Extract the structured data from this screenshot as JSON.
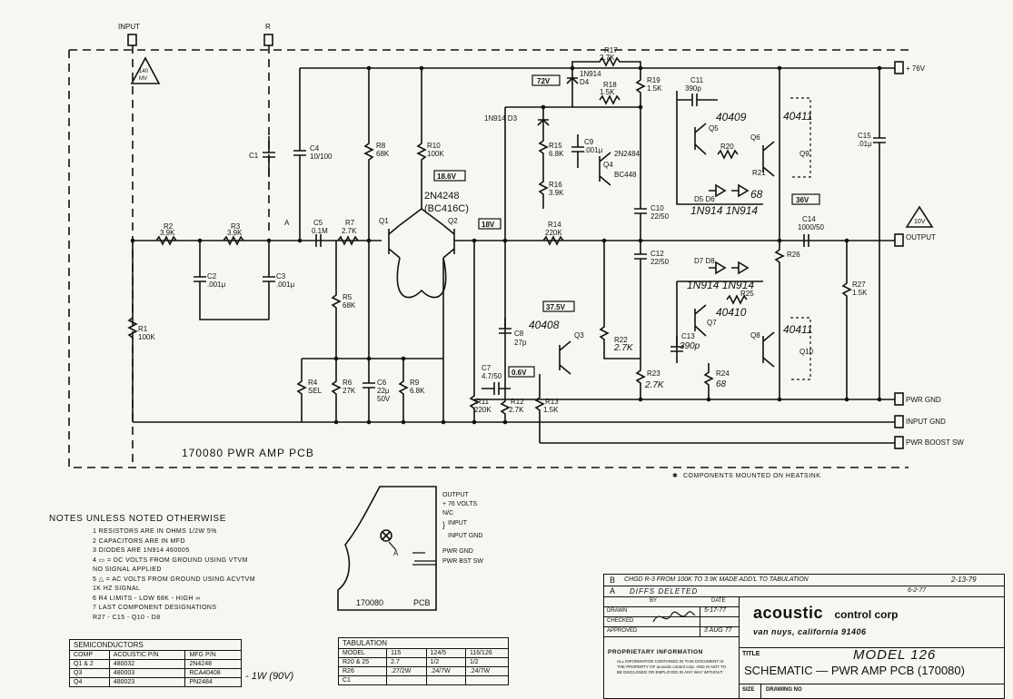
{
  "connectors": {
    "input": "INPUT",
    "r": "R",
    "v76": "+ 76V",
    "output": "OUTPUT",
    "pwr_gnd": "PWR GND",
    "input_gnd": "INPUT GND",
    "pwr_boost": "PWR BOOST SW"
  },
  "triangles": {
    "input_level": "140\nMV",
    "output_level": "10V"
  },
  "voltages": {
    "v72": "72V",
    "v186": "18.6V",
    "v18": "18V",
    "v375": "37.5V",
    "v06": "0.6V",
    "v36": "36V"
  },
  "components": {
    "r1": "R1",
    "r1v": "100K",
    "r2": "R2",
    "r2v": "3.9K",
    "r3": "R3",
    "r3v": "3.9K",
    "c1": "C1",
    "c2": "C2",
    "c2v": ".001μ",
    "c3": "C3",
    "c3v": ".001μ",
    "c4": "C4",
    "c4v": "10/100",
    "c5": "C5",
    "c5v": "0.1M",
    "r7": "R7",
    "r7v": "2.7K",
    "r8": "R8",
    "r8v": "68K",
    "r10": "R10",
    "r10v": "100K",
    "r4": "R4",
    "r4v": "SEL",
    "r5": "R5",
    "r5v": "68K",
    "r6": "R6",
    "r6v": "27K",
    "c6": "C6",
    "c6v": "22μ\n50V",
    "r9": "R9",
    "r9v": "6.8K",
    "q1": "Q1",
    "q2": "Q2",
    "q12type": "2N4248\n(BC416C)",
    "r14": "R14",
    "r14v": "220K",
    "r17": "R17",
    "r17v": "2.7K",
    "d4": "1N914\nD4",
    "r18": "R18",
    "r18v": "1.5K",
    "r19": "R19",
    "r19v": "1.5K",
    "d3": "1N914  D3",
    "r15": "R15",
    "r15v": "6.8K",
    "c9": "C9",
    "c9v": ".001μ",
    "q4": "Q4",
    "q4type": "2N2484\nBC448",
    "r16": "R16",
    "r16v": "3.9K",
    "c10": "C10",
    "c10v": "22/50",
    "c11": "C11",
    "c11v": "390p",
    "q5": "Q5",
    "q5type": "40409",
    "r20": "R20",
    "q6": "Q6",
    "q6type": "40411",
    "r21": "R21",
    "r21v": "68",
    "d5d6": "D5    D6",
    "d5d6type": "1N914  1N914",
    "c15": "C15",
    "c15v": ".01μ",
    "c14": "C14",
    "c14v": "1000/50",
    "r26": "R26",
    "r27": "R27",
    "r27v": "1.5K",
    "c12": "C12",
    "c12v": "22/50",
    "d7d8": "D7   D8",
    "d7d8type": "1N914  1N914",
    "r25": "R25",
    "q7": "Q7",
    "q7type": "40410",
    "c13": "C13",
    "c13v": "390p",
    "q8": "Q8",
    "q8type": "40411",
    "r22": "R22",
    "r22v": "2.7K",
    "r23": "R23",
    "r23v": "2.7K",
    "r24": "R24",
    "r24v": "68",
    "c8": "C8",
    "c8v": "27p",
    "q3": "Q3",
    "q3type": "40408",
    "c7": "C7",
    "c7v": "4.7/50",
    "r11": "R11",
    "r11v": "220K",
    "r12": "R12",
    "r12v": "2.7K",
    "r13": "R13",
    "r13v": "1.5K",
    "a_mark": "A"
  },
  "pcb_label": "170080  PWR AMP PCB",
  "heatsink_note": "COMPONENTS MOUNTED ON HEATSINK",
  "notes": {
    "title": "NOTES  UNLESS NOTED OTHERWISE",
    "items": [
      "1  RESISTORS ARE IN OHMS  1/2W 5%",
      "2  CAPACITORS ARE IN MFD",
      "3  DIODES ARE 1N914  460005",
      "4  ▭ = DC VOLTS FROM GROUND USING VTVM",
      "      NO SIGNAL APPLIED",
      "5  △ = AC VOLTS FROM GROUND USING ACVTVM",
      "      1K HZ SIGNAL",
      "6  R4 LIMITS - LOW 68K - HIGH ∞",
      "7  LAST COMPONENT DESIGNATIONS",
      "      R27 - C15 - Q10 - D8"
    ]
  },
  "pcb_sketch": {
    "label_left": "170080",
    "label_right": "PCB",
    "mark": "A",
    "pins": [
      "OUTPUT",
      "+ 76 VOLTS",
      "N/C",
      "INPUT",
      "INPUT GND",
      "PWR GND",
      "PWR BST SW"
    ]
  },
  "semis": {
    "title": "SEMICONDUCTORS",
    "headers": [
      "COMP",
      "ACOUSTIC P/N",
      "MFG P/N"
    ],
    "rows": [
      [
        "Q1 & 2",
        "480032",
        "2N4248"
      ],
      [
        "Q3",
        "480003",
        "RCA40408"
      ],
      [
        "Q4",
        "480023",
        "PN2484"
      ]
    ],
    "hand_note": "- 1W   (90V)"
  },
  "tabulation": {
    "title": "TABULATION",
    "headers": [
      "MODEL",
      "115",
      "124/5",
      "116/126"
    ],
    "rows": [
      [
        "R20 & 25",
        "2.7",
        "1/2",
        "1/2"
      ],
      [
        "R26",
        ".27/2W",
        ".24/7W",
        ".24/7W"
      ],
      [
        "C1",
        "",
        "",
        ""
      ]
    ]
  },
  "titleblock": {
    "rev_b_letter": "B",
    "rev_b_text": "CHGD R-3 FROM 100K TO 3.9K  MADE ADD'L TO TABULATION",
    "rev_b_date": "2-13-79",
    "rev_a_letter": "A",
    "rev_a_text": "DIFFS DELETED",
    "rev_a_date": "6-2-77",
    "by_label": "BY",
    "date_label": "DATE",
    "drawn_label": "DRAWN",
    "drawn_date": "5-17-77",
    "checked_label": "CHECKED",
    "approved_label": "APPROVED",
    "approved_date": "3 AUG 77",
    "company": "acoustic",
    "company_suffix": "control corp",
    "address": "van nuys, california 91406",
    "prop_title": "PROPRIETARY INFORMATION",
    "prop_text": "ALL INFORMATION CONTAINED IN THIS DOCUMENT IS THE PROPERTY OF acoustic control corp. AND IS NOT TO BE DISCLOSED OR EMPLOYED IN ANY WAY WITHOUT",
    "title_label": "TITLE",
    "model": "MODEL 126",
    "schematic_title": "SCHEMATIC — PWR AMP PCB (170080)",
    "size_label": "SIZE",
    "drawing_no_label": "DRAWING NO"
  }
}
